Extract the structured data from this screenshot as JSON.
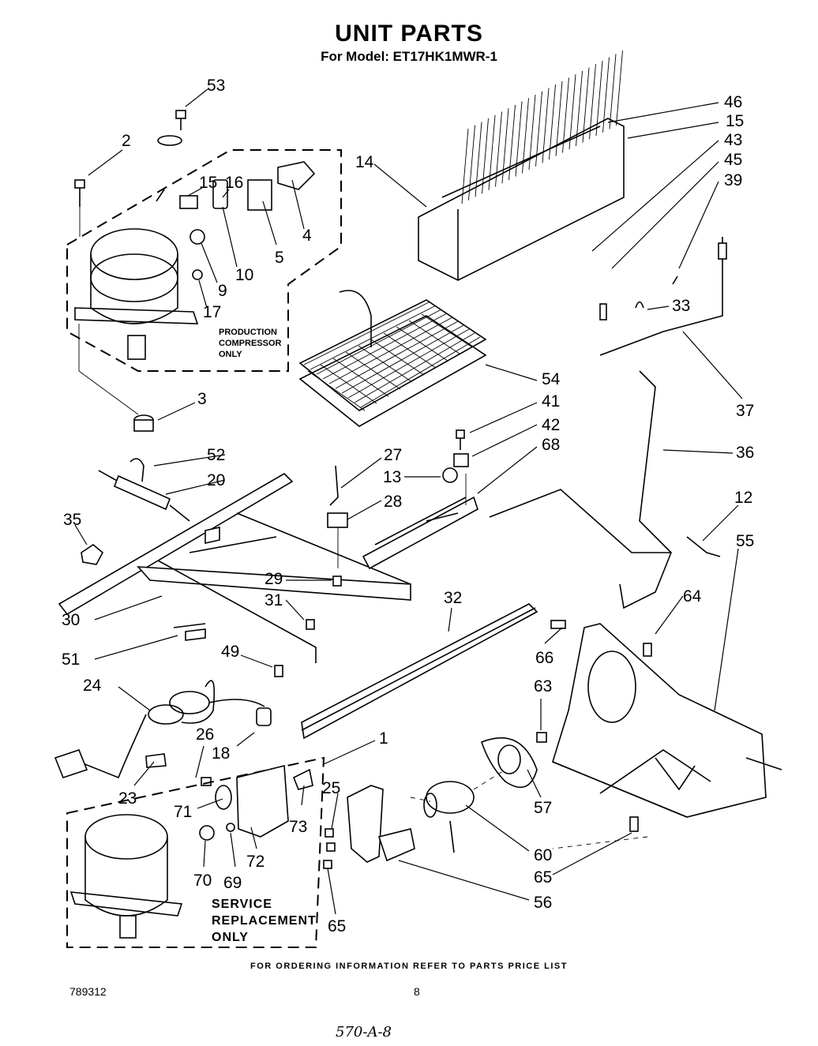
{
  "header": {
    "title": "UNIT PARTS",
    "model_line": "For Model: ET17HK1MWR-1"
  },
  "notes": {
    "production_compressor": [
      "PRODUCTION",
      "COMPRESSOR",
      "ONLY"
    ],
    "service_replacement": [
      "SERVICE",
      "REPLACEMENT",
      "ONLY"
    ]
  },
  "callouts": {
    "c53": "53",
    "c2": "2",
    "c15a": "15",
    "c16": "16",
    "c4": "4",
    "c5": "5",
    "c10": "10",
    "c9": "9",
    "c17": "17",
    "c3": "3",
    "c14": "14",
    "c46": "46",
    "c15b": "15",
    "c43": "43",
    "c45": "45",
    "c39": "39",
    "c33": "33",
    "c37": "37",
    "c54": "54",
    "c41": "41",
    "c42": "42",
    "c68": "68",
    "c13": "13",
    "c27": "27",
    "c28": "28",
    "c36": "36",
    "c12": "12",
    "c55": "55",
    "c52": "52",
    "c20": "20",
    "c35": "35",
    "c29": "29",
    "c31": "31",
    "c32": "32",
    "c64": "64",
    "c30": "30",
    "c51": "51",
    "c49": "49",
    "c66": "66",
    "c24": "24",
    "c63": "63",
    "c26": "26",
    "c18": "18",
    "c1": "1",
    "c23": "23",
    "c25": "25",
    "c71": "71",
    "c73": "73",
    "c72": "72",
    "c57": "57",
    "c60": "60",
    "c70": "70",
    "c69": "69",
    "c65a": "65",
    "c65b": "65",
    "c56": "56"
  },
  "footer": {
    "ordering_info": "FOR ORDERING INFORMATION REFER TO PARTS PRICE LIST",
    "doc_number": "789312",
    "page_number": "8",
    "handwritten": "570-A-8"
  }
}
